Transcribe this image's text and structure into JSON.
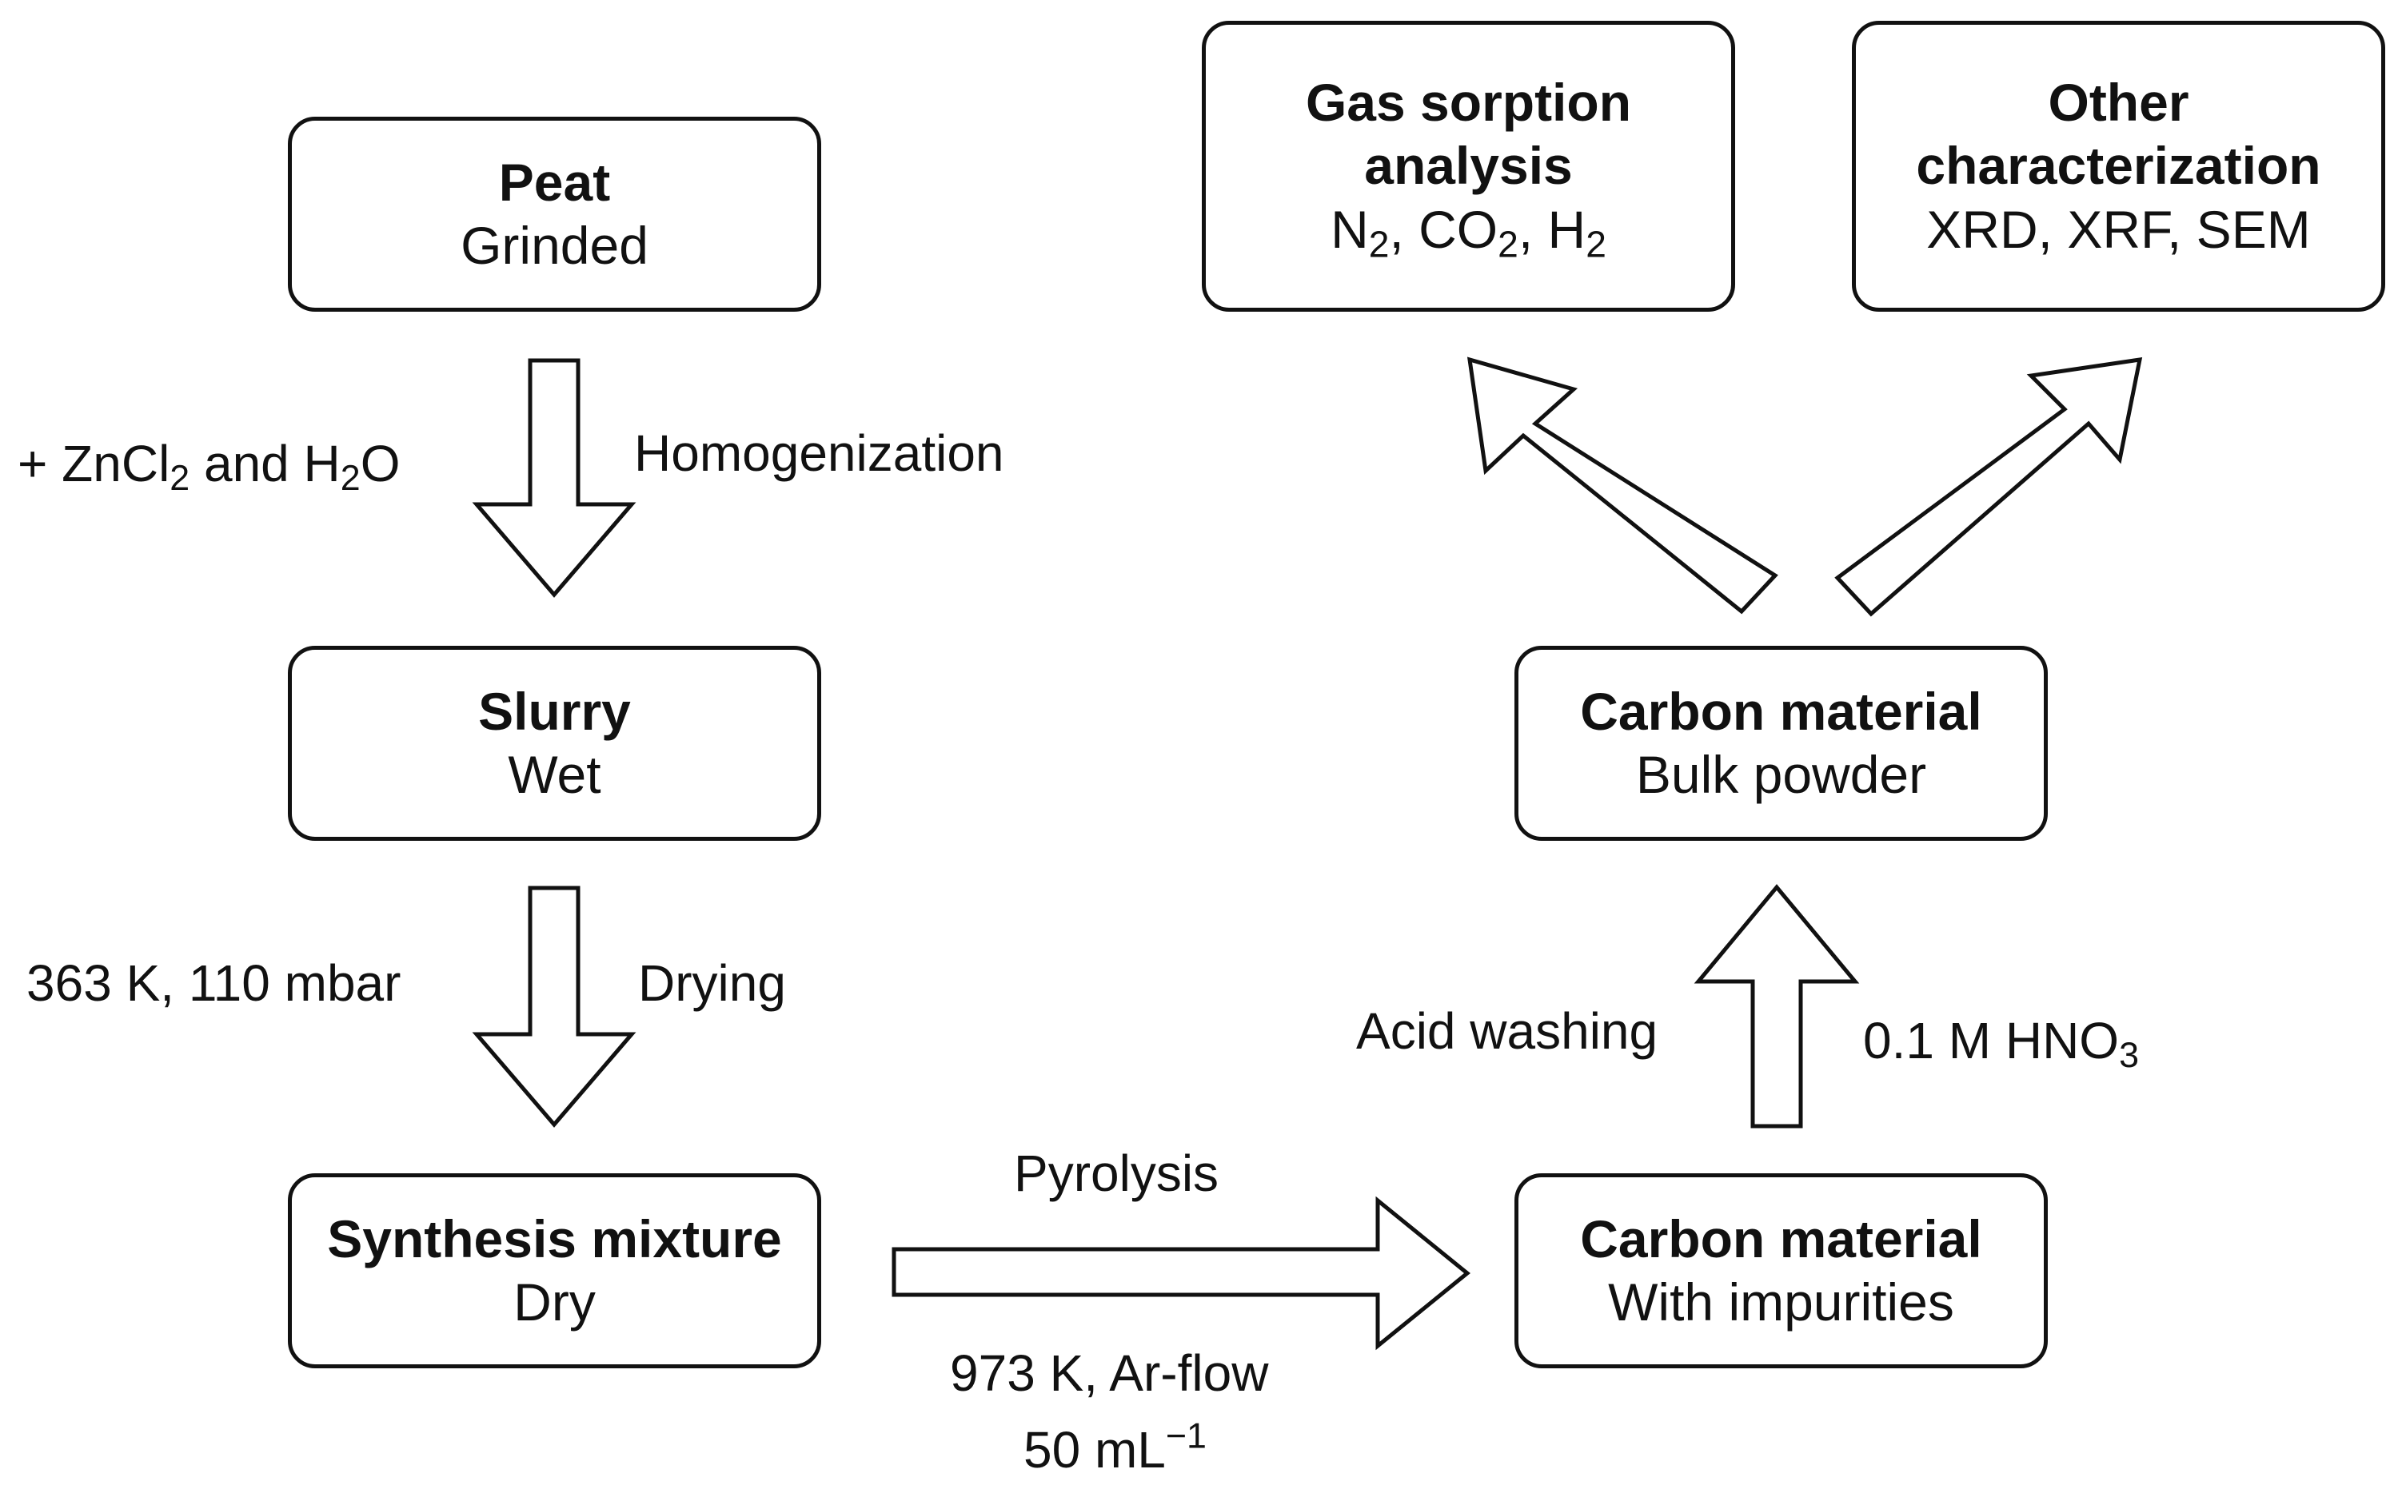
{
  "boxes": {
    "peat": {
      "title": "Peat",
      "subtitle": "Grinded"
    },
    "slurry": {
      "title": "Slurry",
      "subtitle": "Wet"
    },
    "synthesis": {
      "title": "Synthesis mixture",
      "subtitle": "Dry"
    },
    "carbon_impure": {
      "title": "Carbon material",
      "subtitle": "With impurities"
    },
    "carbon_bulk": {
      "title": "Carbon material",
      "subtitle": "Bulk powder"
    },
    "gas_sorption": {
      "title_line1": "Gas sorption",
      "title_line2": "analysis",
      "sub_n": "N",
      "sub_n_idx": "2",
      "sub_sep1": ", CO",
      "sub_co_idx": "2",
      "sub_sep2": ", H",
      "sub_h_idx": "2"
    },
    "other_char": {
      "title_line1": "Other",
      "title_line2": "characterization",
      "subtitle": "XRD, XRF, SEM"
    }
  },
  "labels": {
    "zncl": {
      "pre": "+ ZnCl",
      "idx1": "2",
      "mid": " and H",
      "idx2": "2",
      "post": "O"
    },
    "homogenization": "Homogenization",
    "drying_cond": "363 K, 110 mbar",
    "drying": "Drying",
    "pyrolysis": "Pyrolysis",
    "pyro_cond1": "973 K, Ar-flow",
    "pyro_cond2": {
      "base": "50 mL",
      "exp": "−1"
    },
    "acid_washing": "Acid washing",
    "hno3": {
      "pre": "0.1 M HNO",
      "idx": "3"
    }
  }
}
